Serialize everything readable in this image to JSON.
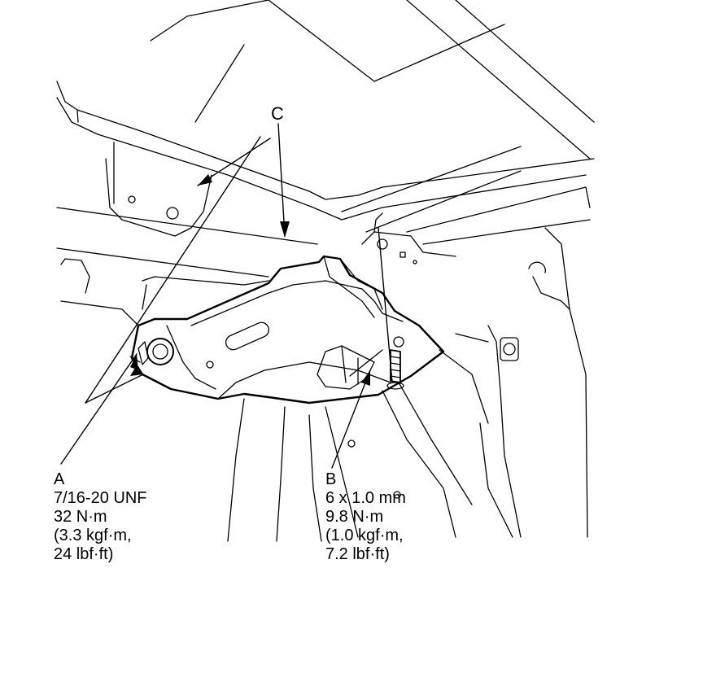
{
  "callouts": {
    "c": {
      "letter": "C"
    },
    "a": {
      "letter": "A",
      "thread": "7/16-20 UNF",
      "torque_nm": "32 N·m",
      "torque_kgfm": "(3.3 kgf·m,",
      "torque_lbfft": "24 lbf·ft)"
    },
    "b": {
      "letter": "B",
      "thread": "6 x 1.0 mm",
      "torque_nm": "9.8 N·m",
      "torque_kgfm": "(1.0 kgf·m,",
      "torque_lbfft": "7.2 lbf·ft)"
    }
  },
  "colors": {
    "line": "#000000",
    "background": "#ffffff"
  }
}
